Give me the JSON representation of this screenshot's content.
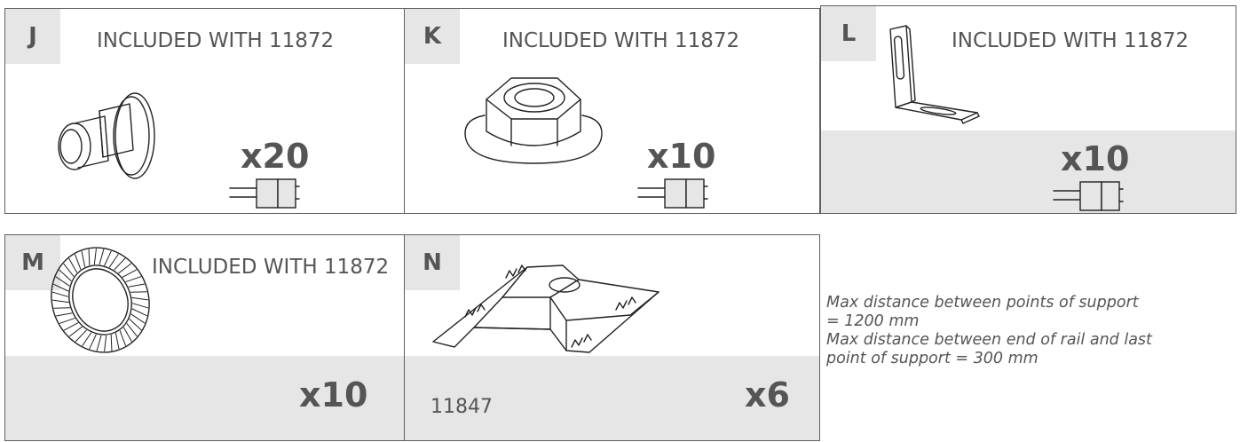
{
  "panels": {
    "j": {
      "letter": "J",
      "heading": "INCLUDED WITH 11872",
      "quantity": "x20"
    },
    "k": {
      "letter": "K",
      "heading": "INCLUDED WITH 11872",
      "quantity": "x10"
    },
    "l": {
      "letter": "L",
      "heading": "INCLUDED WITH 11872",
      "quantity": "x10"
    },
    "m": {
      "letter": "M",
      "heading": "INCLUDED WITH 11872",
      "quantity": "x10"
    },
    "n": {
      "letter": "N",
      "code": "11847",
      "quantity": "x6"
    }
  },
  "note": {
    "line1": "Max distance between points of support",
    "line2": "= 1200 mm",
    "line3": "Max distance between end of rail and last",
    "line4": "point of support = 300 mm"
  },
  "icons": [
    "carriage-bolt-icon",
    "flange-nut-icon",
    "angle-bracket-icon",
    "serrated-washer-icon",
    "rail-support-plate-icon",
    "connector-icon"
  ],
  "colors": {
    "panel_border": "#5f5f5f",
    "label_fill": "#e6e6e6",
    "text": "#555555"
  }
}
